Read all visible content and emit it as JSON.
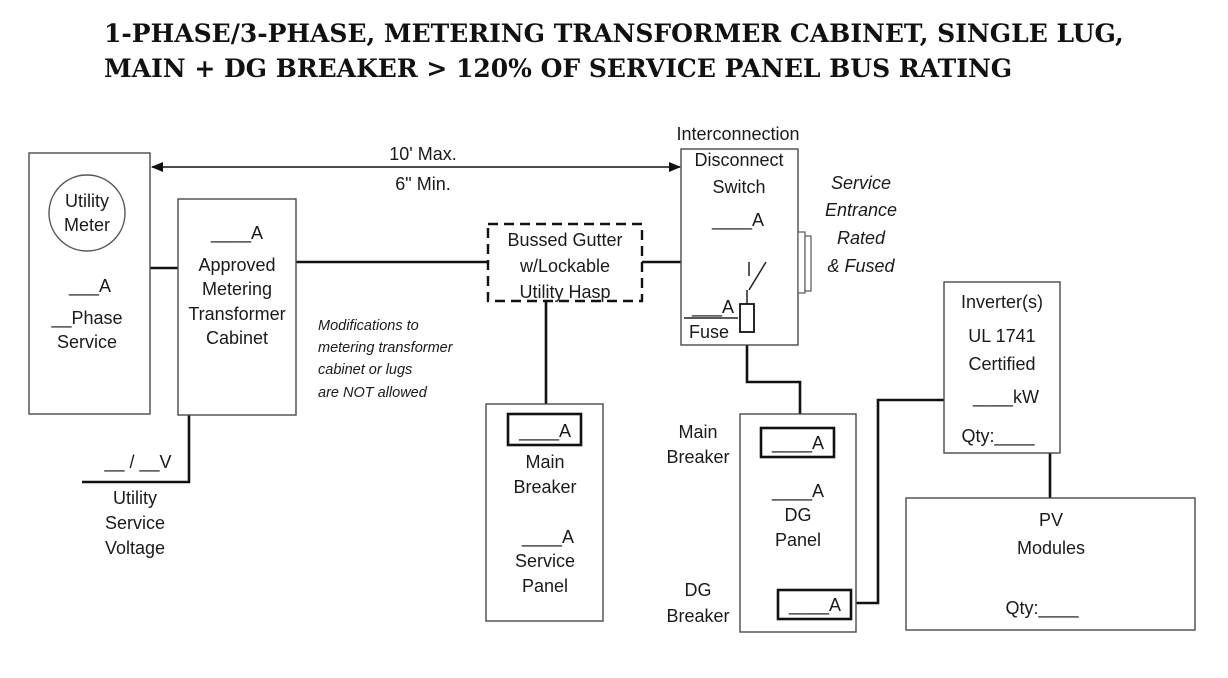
{
  "title": {
    "line1": "1-PHASE/3-PHASE, METERING TRANSFORMER CABINET,  SINGLE LUG,",
    "line2": "MAIN + DG BREAKER > 120% OF SERVICE PANEL BUS RATING"
  },
  "distance": {
    "max": "10' Max.",
    "min": "6\" Min."
  },
  "utility_meter": {
    "meter_line1": "Utility",
    "meter_line2": "Meter",
    "amps": "___A",
    "phase_line1": "__Phase",
    "phase_line2": "Service"
  },
  "metering_cabinet": {
    "amps": "____A",
    "line1": "Approved",
    "line2": "Metering",
    "line3": "Transformer",
    "line4": "Cabinet"
  },
  "modification_note": {
    "line1": "Modifications to",
    "line2": "metering transformer",
    "line3": "cabinet or lugs",
    "line4": "are NOT allowed"
  },
  "utility_voltage": {
    "value": "__ / __V",
    "line1": "Utility",
    "line2": "Service",
    "line3": "Voltage"
  },
  "bussed_gutter": {
    "line1": "Bussed Gutter",
    "line2": "w/Lockable",
    "line3": "Utility Hasp"
  },
  "service_panel": {
    "main_breaker_amps": "____A",
    "main_line1": "Main",
    "main_line2": "Breaker",
    "panel_amps": "____A",
    "panel_line1": "Service",
    "panel_line2": "Panel"
  },
  "disconnect": {
    "header": "Interconnection",
    "line1": "Disconnect",
    "line2": "Switch",
    "amps": "____A",
    "fuse_amps": "___A",
    "fuse_label": "Fuse"
  },
  "service_entrance": {
    "line1": "Service",
    "line2": "Entrance",
    "line3": "Rated",
    "line4": "& Fused"
  },
  "dg_panel": {
    "main_line1": "Main",
    "main_line2": "Breaker",
    "main_amps": "____A",
    "panel_amps": "____A",
    "panel_line1": "DG",
    "panel_line2": "Panel",
    "dg_line1": "DG",
    "dg_line2": "Breaker",
    "dg_amps": "____A"
  },
  "inverter": {
    "line1": "Inverter(s)",
    "line2": "UL 1741",
    "line3": "Certified",
    "kw": "____kW",
    "qty": "Qty:____"
  },
  "pv_modules": {
    "line1": "PV",
    "line2": "Modules",
    "qty": "Qty:____"
  }
}
